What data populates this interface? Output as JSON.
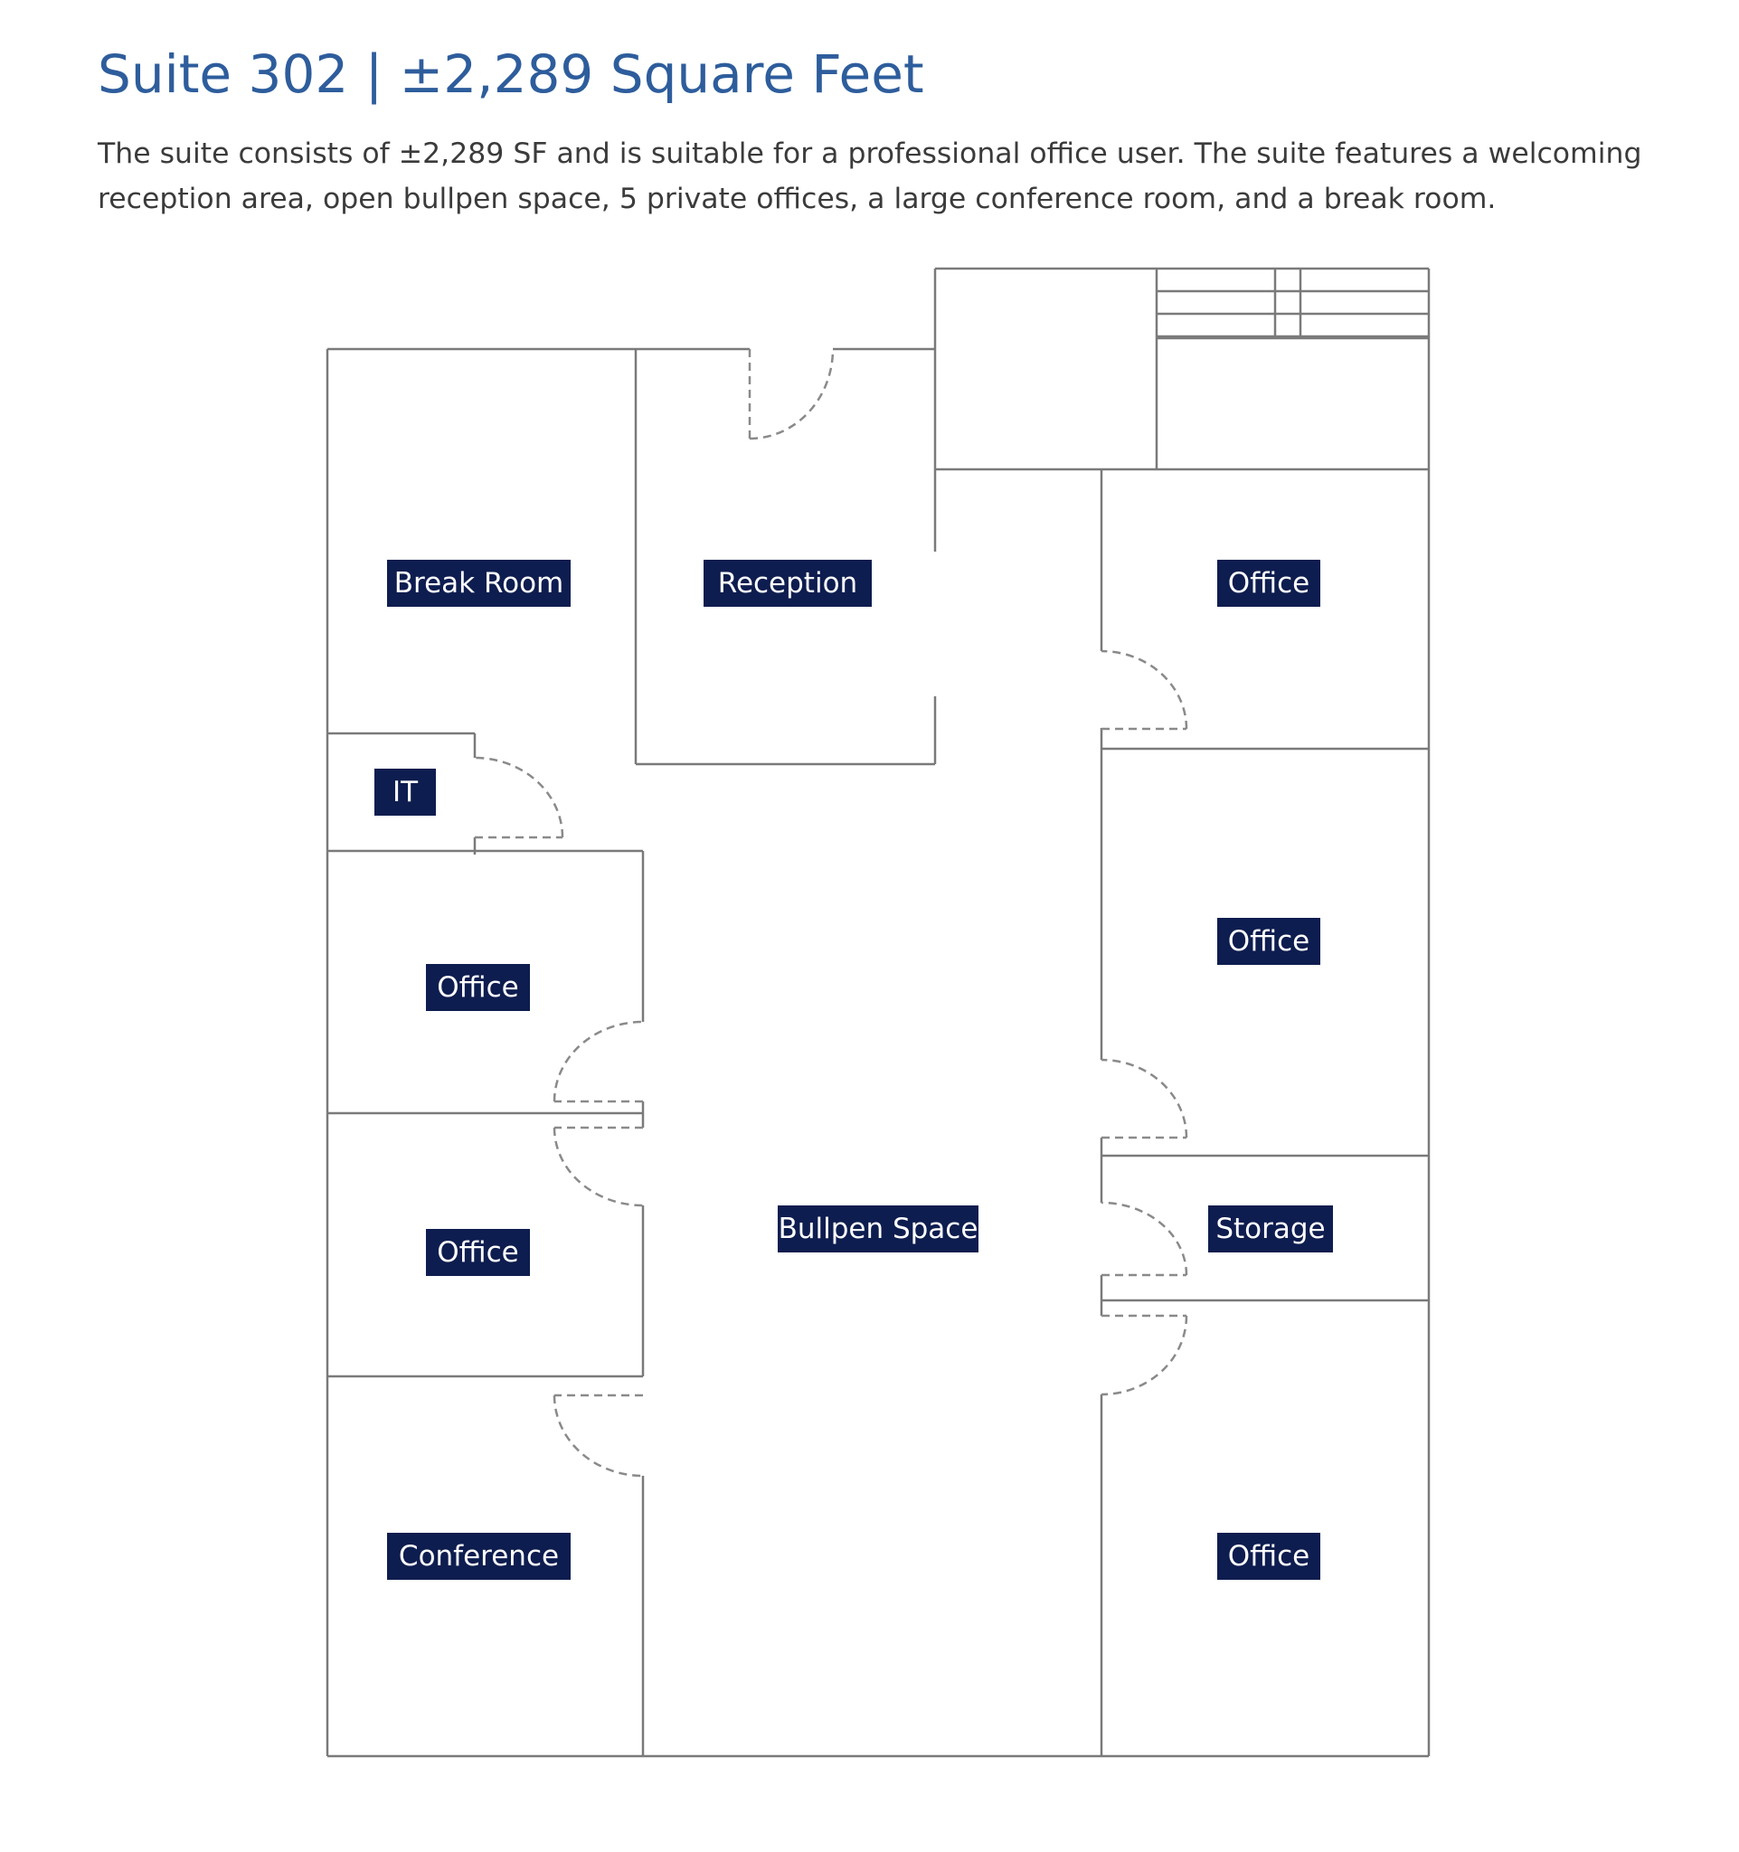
{
  "header": {
    "title": "Suite 302 | ±2,289 Square Feet",
    "description": "The suite consists of ±2,289 SF and is suitable for a professional office user. The suite features a welcoming reception area, open bullpen space, 5 private offices, a large conference room, and a break room."
  },
  "floor_plan": {
    "room_label_bg": "#0e1d4f",
    "rooms": {
      "break_room": "Break Room",
      "reception": "Reception",
      "office_top_right": "Office",
      "it": "IT",
      "office_left_upper": "Office",
      "office_right_middle": "Office",
      "office_left_lower": "Office",
      "bullpen": "Bullpen Space",
      "storage": "Storage",
      "conference": "Conference",
      "office_bottom_right": "Office"
    }
  }
}
